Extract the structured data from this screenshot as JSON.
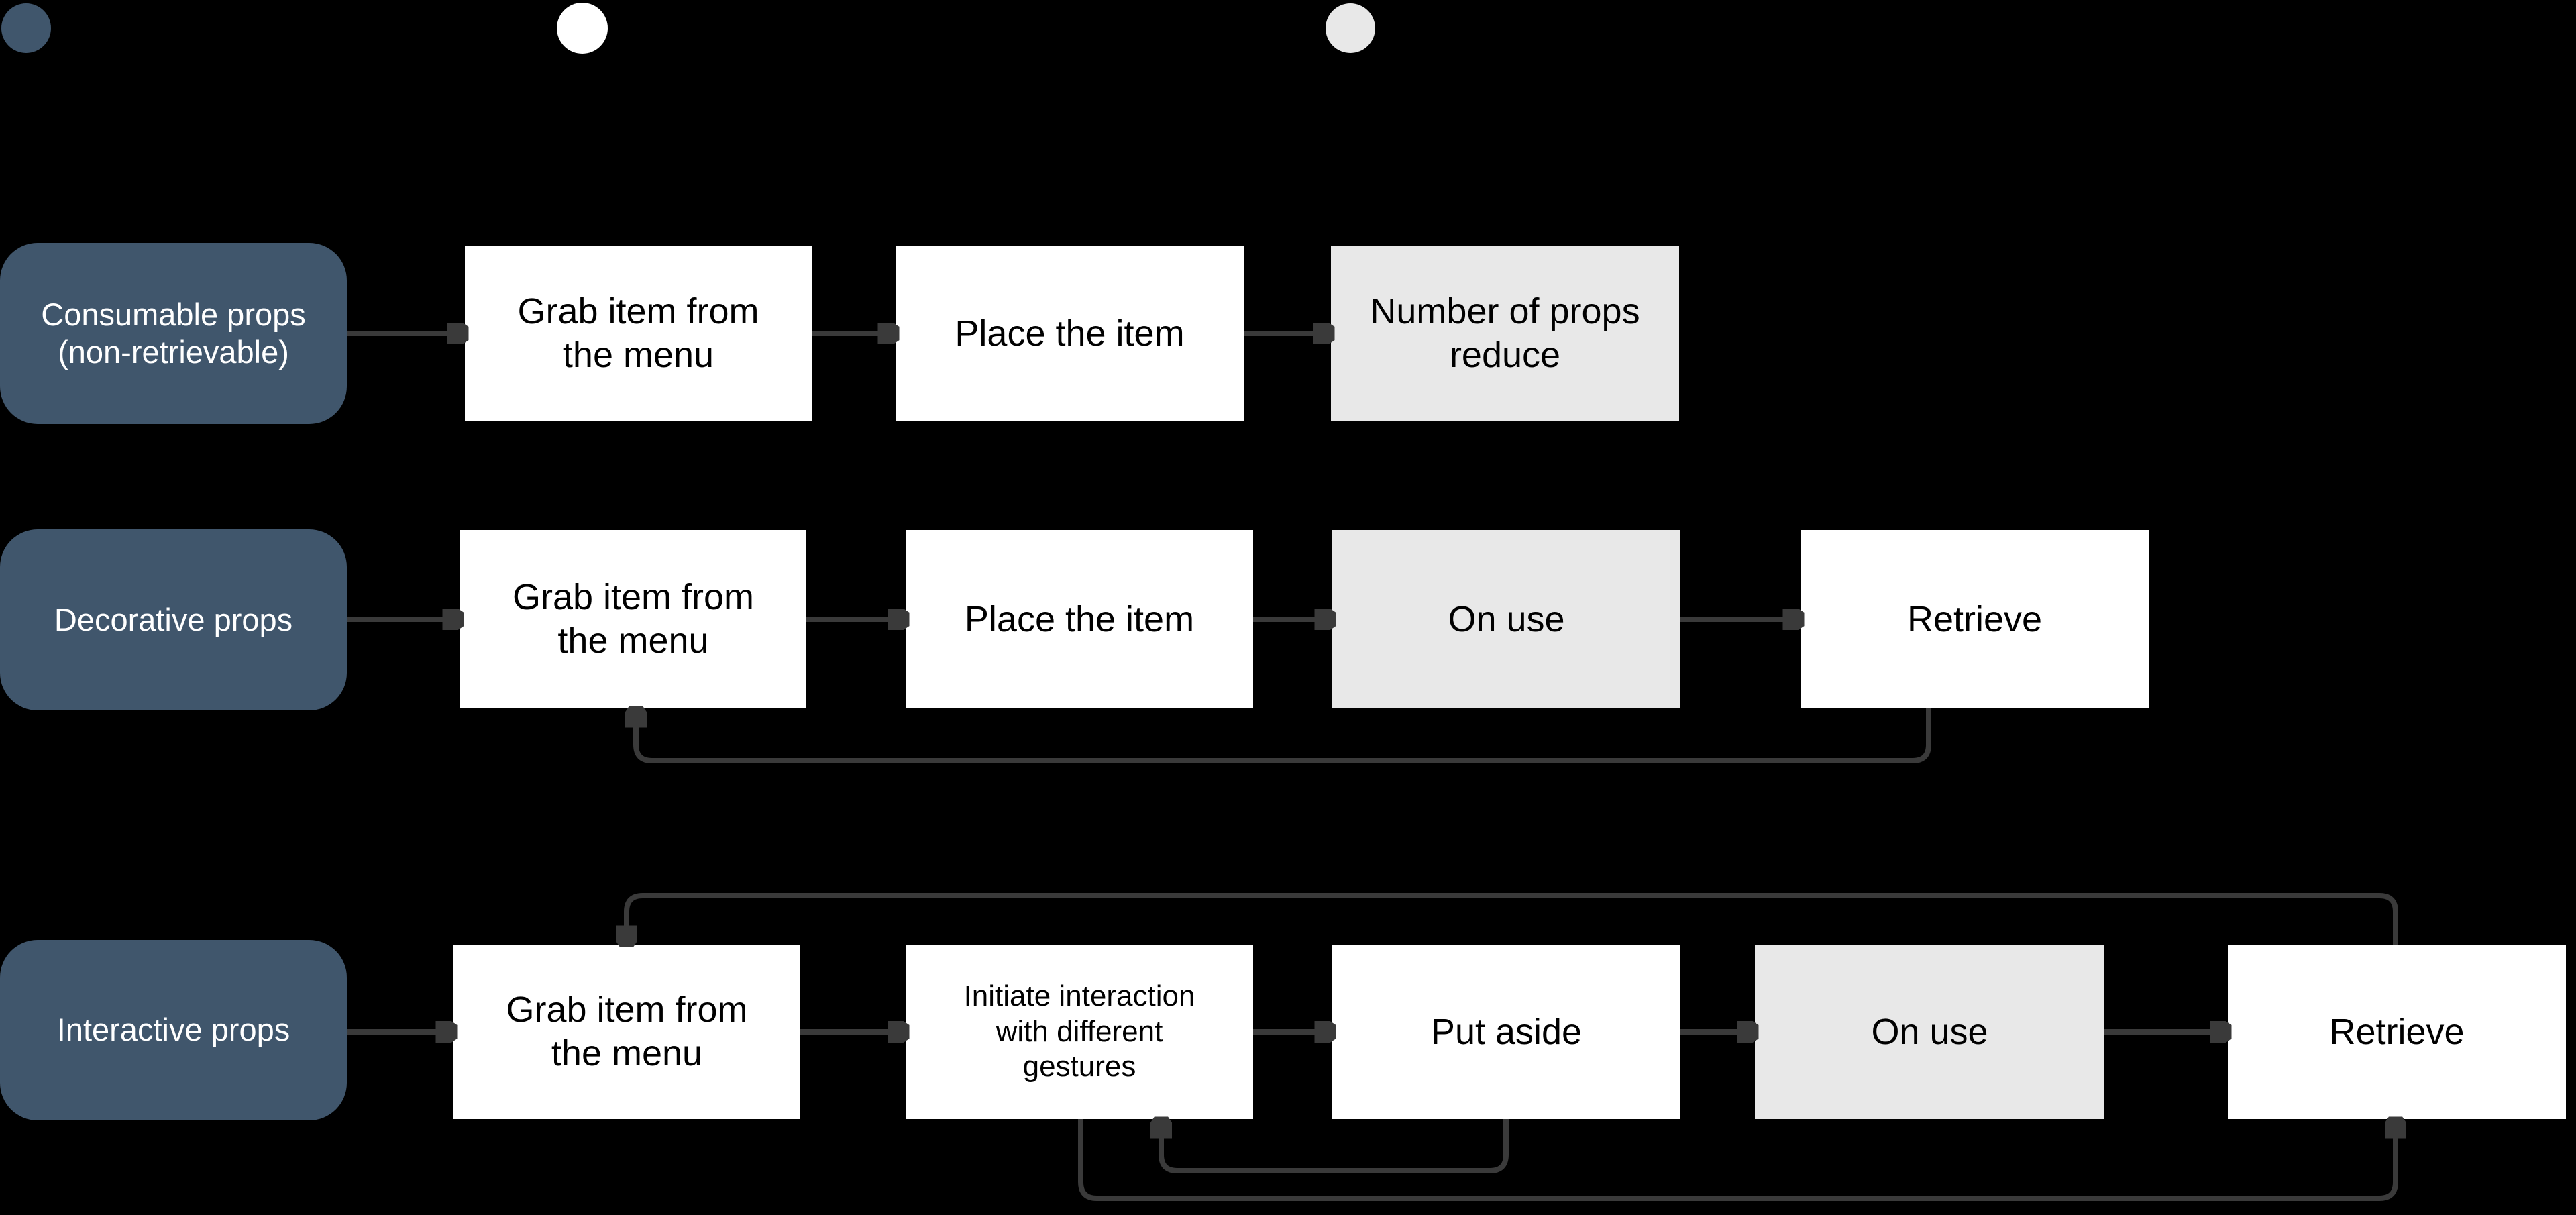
{
  "colors": {
    "background": "#000000",
    "category_fill": "#40566C",
    "action_fill": "#FFFFFF",
    "state_fill": "#E8E8E8",
    "connector": "#3A3A3A",
    "category_text": "#FFFFFF",
    "step_text": "#000000"
  },
  "legend": {
    "items": [
      {
        "id": "category-dot",
        "shape": "circle",
        "color": "#40566C",
        "label": ""
      },
      {
        "id": "action-dot",
        "shape": "circle",
        "color": "#FFFFFF",
        "label": ""
      },
      {
        "id": "state-dot",
        "shape": "circle",
        "color": "#E8E8E8",
        "label": ""
      }
    ]
  },
  "rows": [
    {
      "id": "consumable",
      "category": {
        "label": "Consumable props (non-retrievable)"
      },
      "steps": [
        {
          "label": "Grab item from the menu",
          "type": "action"
        },
        {
          "label": "Place the item",
          "type": "action"
        },
        {
          "label": "Number of props reduce",
          "type": "state"
        }
      ],
      "loop_arrows": []
    },
    {
      "id": "decorative",
      "category": {
        "label": "Decorative props"
      },
      "steps": [
        {
          "label": "Grab item from the menu",
          "type": "action"
        },
        {
          "label": "Place the item",
          "type": "action"
        },
        {
          "label": "On use",
          "type": "state"
        },
        {
          "label": "Retrieve",
          "type": "action"
        }
      ],
      "loop_arrows": [
        {
          "from": "Retrieve",
          "to": "Grab item from the menu"
        }
      ]
    },
    {
      "id": "interactive",
      "category": {
        "label": "Interactive props"
      },
      "steps": [
        {
          "label": "Grab item from the menu",
          "type": "action"
        },
        {
          "label": "Initiate interaction with different gestures",
          "type": "action"
        },
        {
          "label": "Put aside",
          "type": "action"
        },
        {
          "label": "On use",
          "type": "state"
        },
        {
          "label": "Retrieve",
          "type": "action"
        }
      ],
      "loop_arrows": [
        {
          "from": "Retrieve",
          "to": "Grab item from the menu"
        },
        {
          "from": "Put aside",
          "to": "Initiate interaction with different gestures"
        },
        {
          "from": "Initiate interaction with different gestures",
          "to": "Retrieve"
        }
      ]
    }
  ]
}
